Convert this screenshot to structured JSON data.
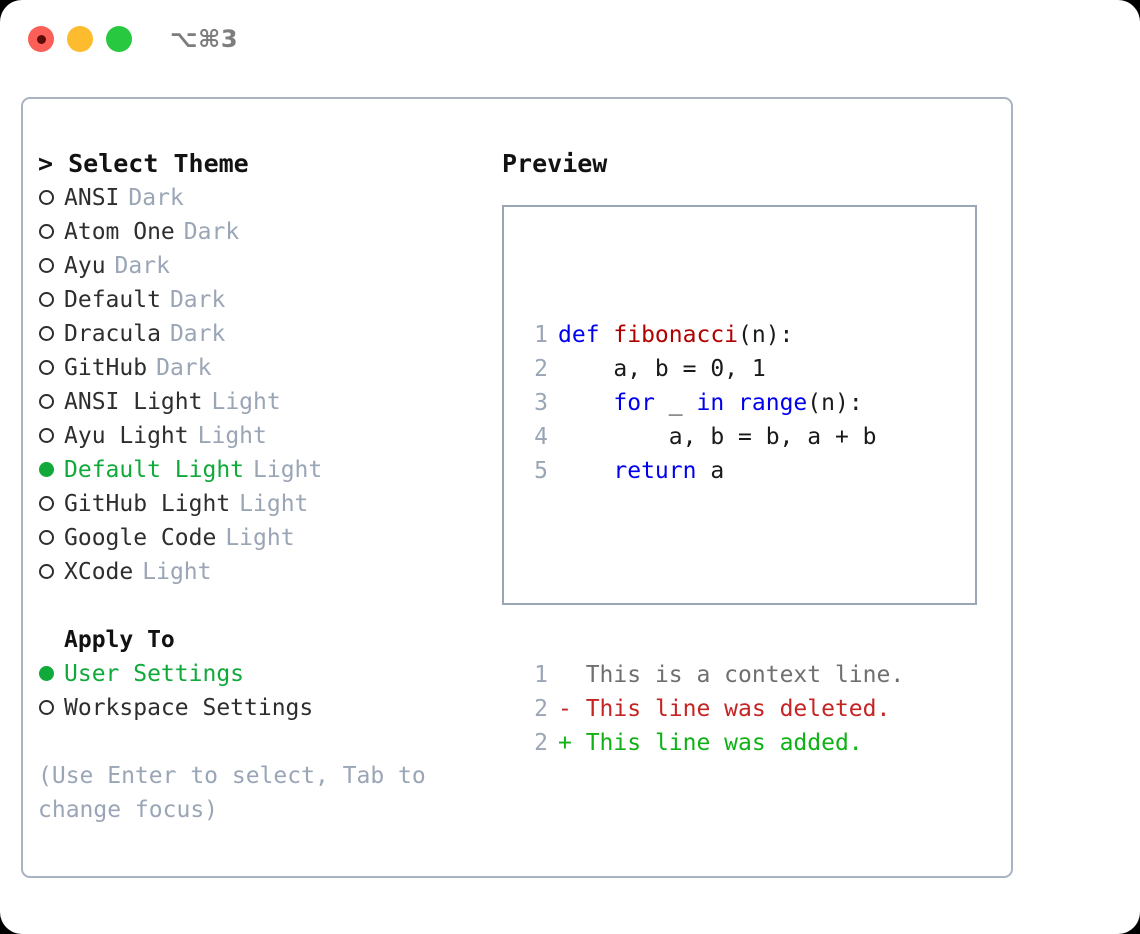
{
  "window": {
    "title": "⌥⌘3",
    "traffic_lights": [
      {
        "name": "close",
        "color": "#fc5f58"
      },
      {
        "name": "minimize",
        "color": "#fdbc2e"
      },
      {
        "name": "zoom",
        "color": "#28c840"
      }
    ]
  },
  "colors": {
    "accent_green": "#11a93a",
    "muted": "#9aa5b6",
    "border": "#a9b3c1",
    "preview_border": "#9aa5b5",
    "keyword_blue": "#0000ee",
    "function_red": "#b00000",
    "diff_delete": "#c62323",
    "diff_add": "#0fb215"
  },
  "theme_picker": {
    "heading": "> Select Theme",
    "options": [
      {
        "marker": "ring",
        "label": "ANSI",
        "badge": "Dark",
        "selected": false
      },
      {
        "marker": "ring",
        "label": "Atom One",
        "badge": "Dark",
        "selected": false
      },
      {
        "marker": "ring",
        "label": "Ayu",
        "badge": "Dark",
        "selected": false
      },
      {
        "marker": "ring",
        "label": "Default",
        "badge": "Dark",
        "selected": false
      },
      {
        "marker": "ring",
        "label": "Dracula",
        "badge": "Dark",
        "selected": false
      },
      {
        "marker": "ring",
        "label": "GitHub",
        "badge": "Dark",
        "selected": false
      },
      {
        "marker": "ring",
        "label": "ANSI Light",
        "badge": "Light",
        "selected": false
      },
      {
        "marker": "ring",
        "label": "Ayu Light",
        "badge": "Light",
        "selected": false
      },
      {
        "marker": "dot",
        "label": "Default Light",
        "badge": "Light",
        "selected": true
      },
      {
        "marker": "ring",
        "label": "GitHub Light",
        "badge": "Light",
        "selected": false
      },
      {
        "marker": "ring",
        "label": "Google Code",
        "badge": "Light",
        "selected": false
      },
      {
        "marker": "ring",
        "label": "XCode",
        "badge": "Light",
        "selected": false
      }
    ]
  },
  "apply_to": {
    "heading": "Apply To",
    "options": [
      {
        "marker": "dot",
        "label": "User Settings",
        "selected": true
      },
      {
        "marker": "ring",
        "label": "Workspace Settings",
        "selected": false
      }
    ]
  },
  "hint": "(Use Enter to select, Tab to change focus)",
  "preview": {
    "title": "Preview",
    "code_lines": [
      {
        "number": "1",
        "tokens": [
          {
            "text": "def ",
            "cls": "tok-kw"
          },
          {
            "text": "fibonacci",
            "cls": "tok-fn"
          },
          {
            "text": "(n):",
            "cls": "tok-pl"
          }
        ]
      },
      {
        "number": "2",
        "tokens": [
          {
            "text": "    a, b = 0, 1",
            "cls": "tok-pl"
          }
        ]
      },
      {
        "number": "3",
        "tokens": [
          {
            "text": "    ",
            "cls": "tok-pl"
          },
          {
            "text": "for",
            "cls": "tok-kw"
          },
          {
            "text": " _ ",
            "cls": "tok-pl"
          },
          {
            "text": "in",
            "cls": "tok-kw"
          },
          {
            "text": " ",
            "cls": "tok-pl"
          },
          {
            "text": "range",
            "cls": "tok-kw"
          },
          {
            "text": "(n):",
            "cls": "tok-pl"
          }
        ]
      },
      {
        "number": "4",
        "tokens": [
          {
            "text": "        a, b = b, a + b",
            "cls": "tok-pl"
          }
        ]
      },
      {
        "number": "5",
        "tokens": [
          {
            "text": "    ",
            "cls": "tok-pl"
          },
          {
            "text": "return",
            "cls": "tok-kw"
          },
          {
            "text": " a",
            "cls": "tok-pl"
          }
        ]
      }
    ],
    "diff_lines": [
      {
        "number": "1",
        "sign": "  ",
        "text": "This is a context line.",
        "cls": "tok-dim"
      },
      {
        "number": "2",
        "sign": "- ",
        "text": "This line was deleted.",
        "cls": "tok-del"
      },
      {
        "number": "2",
        "sign": "+ ",
        "text": "This line was added.",
        "cls": "tok-add"
      }
    ]
  }
}
